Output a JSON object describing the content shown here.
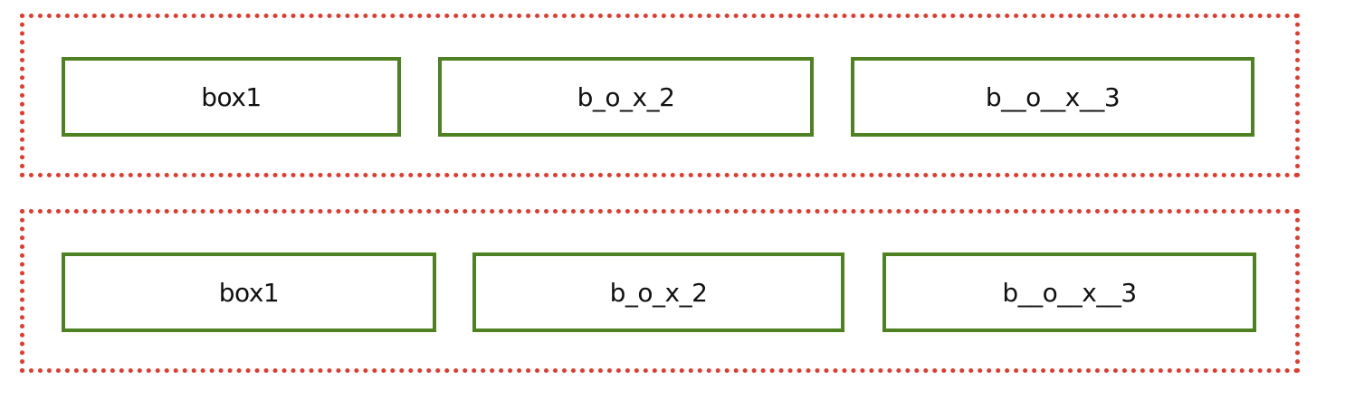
{
  "colors": {
    "container_border": "#e23a2e",
    "box_border": "#4e8121",
    "background": "#ffffff",
    "text": "#111111"
  },
  "rows": [
    {
      "boxes": [
        {
          "label": "box1"
        },
        {
          "label": "b_o_x_2"
        },
        {
          "label": "b__o__x__3"
        }
      ]
    },
    {
      "boxes": [
        {
          "label": "box1"
        },
        {
          "label": "b_o_x_2"
        },
        {
          "label": "b__o__x__3"
        }
      ]
    }
  ]
}
